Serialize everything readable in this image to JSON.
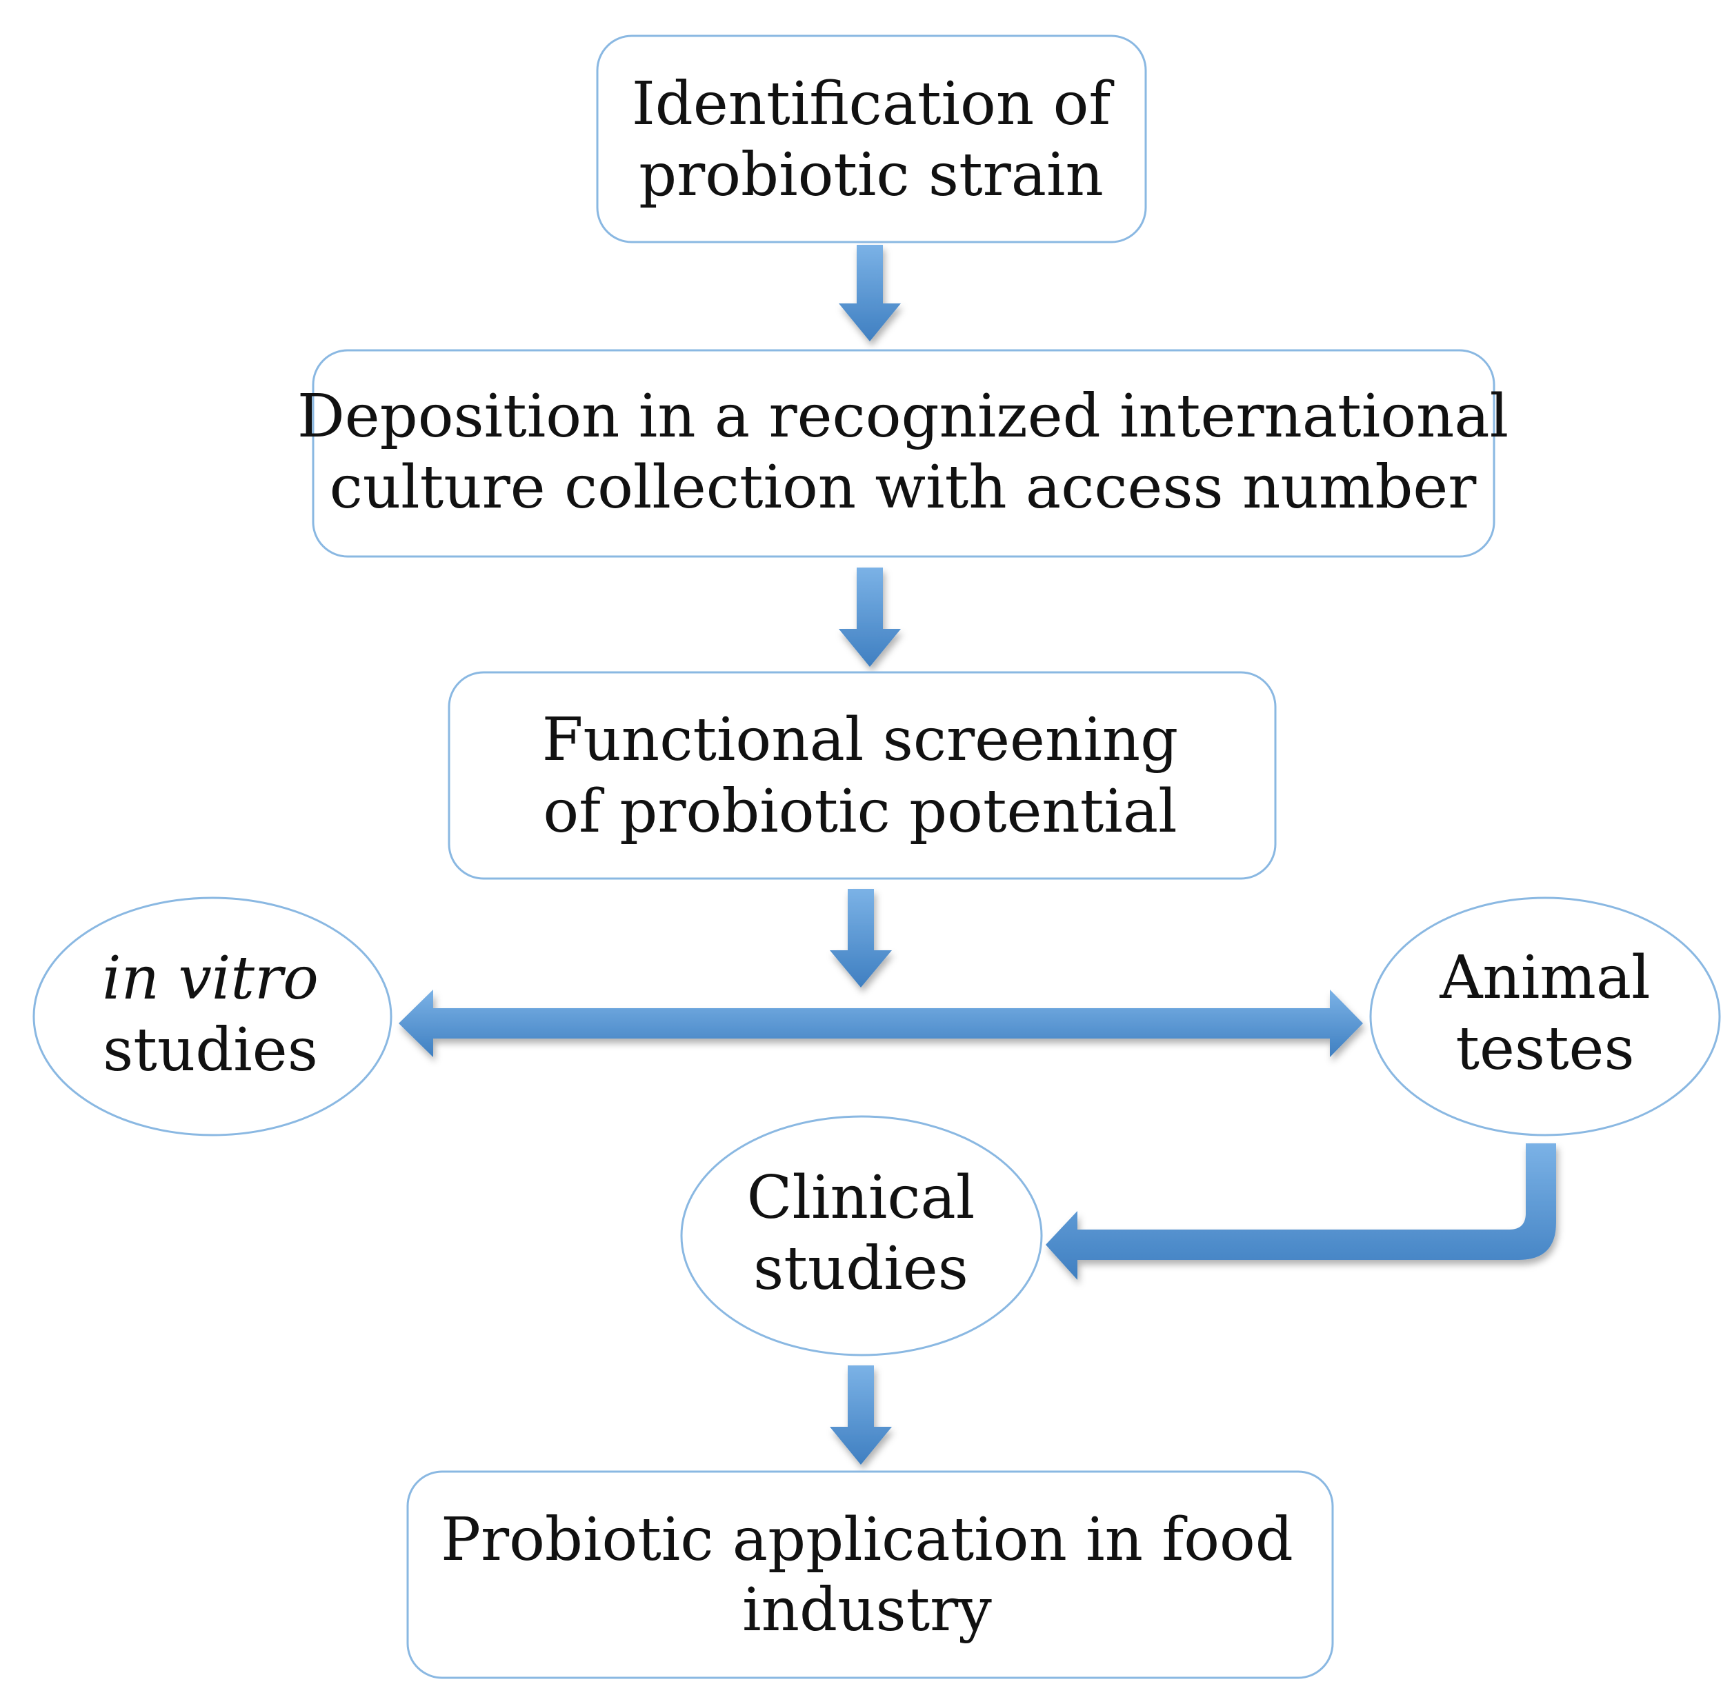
{
  "nodes": {
    "identification": {
      "line1": "Identification of",
      "line2": "probiotic strain"
    },
    "deposition": {
      "line1": "Deposition in a recognized international",
      "line2": "culture collection with access number"
    },
    "functional_screening": {
      "line1": "Functional screening",
      "line2": "of probiotic potential"
    },
    "in_vitro": {
      "line1": "in vitro",
      "line2": "studies"
    },
    "animal": {
      "line1": "Animal",
      "line2": "testes"
    },
    "clinical": {
      "line1": "Clinical",
      "line2": "studies"
    },
    "application": {
      "line1": "Probiotic application in food",
      "line2": "industry"
    }
  },
  "colors": {
    "arrow": "#5b9bd8",
    "arrow_dark": "#3e7fc0",
    "box_border": "#8ab8e2"
  }
}
